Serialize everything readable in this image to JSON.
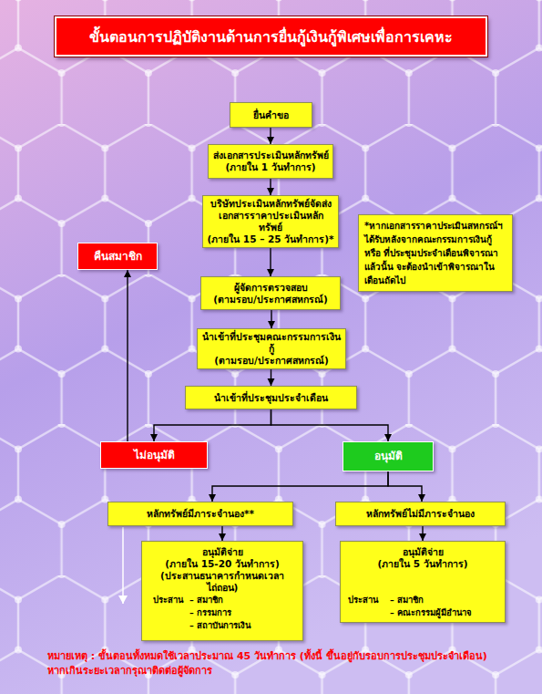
{
  "diagram": {
    "title": "ขั้นตอนการปฏิบัติงานด้านการยื่นกู้เงินกู้พิเศษเพื่อการเคหะ",
    "nodes": [
      {
        "text": [
          "ยื่นคำขอ"
        ]
      },
      {
        "text": [
          "ส่งเอกสารประเมินหลักทรัพย์",
          "(ภายใน 1 วันทำการ)"
        ]
      },
      {
        "text": [
          "บริษัทประเมินหลักทรัพย์จัดส่ง เอกสารราคาประเมินหลักทรัพย์",
          "(ภายใน 15 – 25 วันทำการ)*"
        ]
      },
      {
        "text": [
          "*หากเอกสารราคาประเมินสหกรณ์ฯ ได้รับหลังจากคณะกรรมการเงินกู้หรือ ที่ประชุมประจำเดือนพิจารณาแล้วนั้น จะต้องนำเข้าพิจารณาในเดือนถัดไป"
        ]
      },
      {
        "text": [
          "คืนสมาชิก"
        ]
      },
      {
        "text": [
          "ผู้จัดการตรวจสอบ",
          "(ตามรอบ/ประกาศสหกรณ์)"
        ]
      },
      {
        "text": [
          "นำเข้าที่ประชุมคณะกรรมการเงินกู้",
          "(ตามรอบ/ประกาศสหกรณ์)"
        ]
      },
      {
        "text": [
          "นำเข้าที่ประชุมประจำเดือน"
        ]
      },
      {
        "text": [
          "ไม่อนุมัติ"
        ]
      },
      {
        "text": [
          "อนุมัติ"
        ]
      },
      {
        "text": [
          "หลักทรัพย์มีภาระจำนอง**"
        ]
      },
      {
        "text": [
          "หลักทรัพย์ไม่มีภาระจำนอง"
        ]
      },
      {
        "text": [
          "อนุมัติจ่าย",
          "(ภายใน 15-20 วันทำการ)",
          "(ประสานธนาคารกำหนดเวลาไถ่ถอน)",
          "ประสาน",
          "– สมาชิก",
          "– กรรมการ",
          "– สถาบันการเงิน"
        ]
      },
      {
        "text": [
          "อนุมัติจ่าย",
          "(ภายใน 5 วันทำการ)",
          "ประสาน",
          "– สมาชิก",
          "– คณะกรรมผู้มีอำนาจ"
        ]
      }
    ],
    "edges": [
      {
        "from": 0,
        "to": 1,
        "arrow": "to"
      },
      {
        "from": 1,
        "to": 2,
        "arrow": "to"
      },
      {
        "from": 2,
        "to": 5,
        "arrow": "to"
      },
      {
        "from": 5,
        "to": 6,
        "arrow": "to"
      },
      {
        "from": 6,
        "to": 7,
        "arrow": "to"
      },
      {
        "from": 7,
        "to": 8,
        "arrow": "to"
      },
      {
        "from": 7,
        "to": 9,
        "arrow": "to"
      },
      {
        "from": 8,
        "to": 4,
        "arrow": "to"
      },
      {
        "from": 9,
        "to": 10,
        "arrow": "to"
      },
      {
        "from": 9,
        "to": 11,
        "arrow": "to"
      },
      {
        "from": 10,
        "to": 12,
        "arrow": "to"
      },
      {
        "from": 11,
        "to": 13,
        "arrow": "to"
      }
    ],
    "labels": [
      "หมายเหตุ : ขั้นตอนทั้งหมดใช้เวลาประมาณ 45 วันทำการ (ทั้งนี้ ขึ้นอยู่กับรอบการประชุมประจำเดือน)",
      "หากเกินระยะเวลากรุณาติดต่อผู้จัดการ"
    ]
  }
}
